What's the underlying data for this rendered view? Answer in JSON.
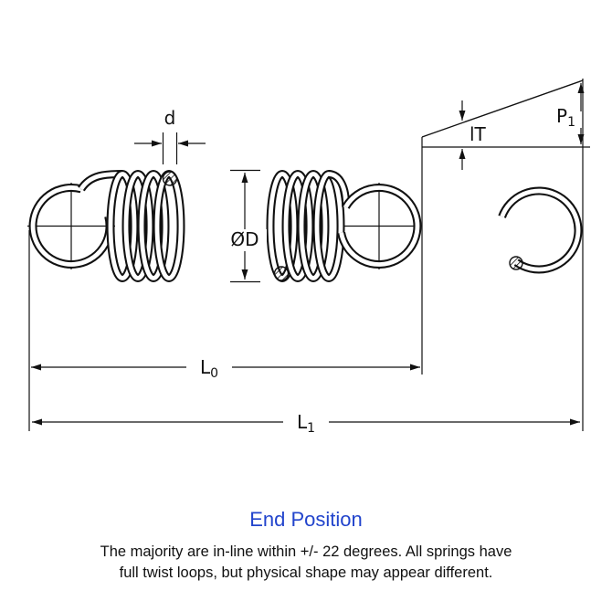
{
  "colors": {
    "accent": "#2244cc",
    "ink": "#111111"
  },
  "diagram": {
    "labels": {
      "d": "d",
      "lt": "lT",
      "p_base": "P",
      "p_sub": "1",
      "od": "ØD",
      "l0_base": "L",
      "l0_sub": "0",
      "l1_base": "L",
      "l1_sub": "1"
    }
  },
  "footer": {
    "end_position": "End Position",
    "caption_line1": "The majority are in-line within +/- 22 degrees. All springs have",
    "caption_line2": "full twist loops, but physical shape may appear different."
  }
}
